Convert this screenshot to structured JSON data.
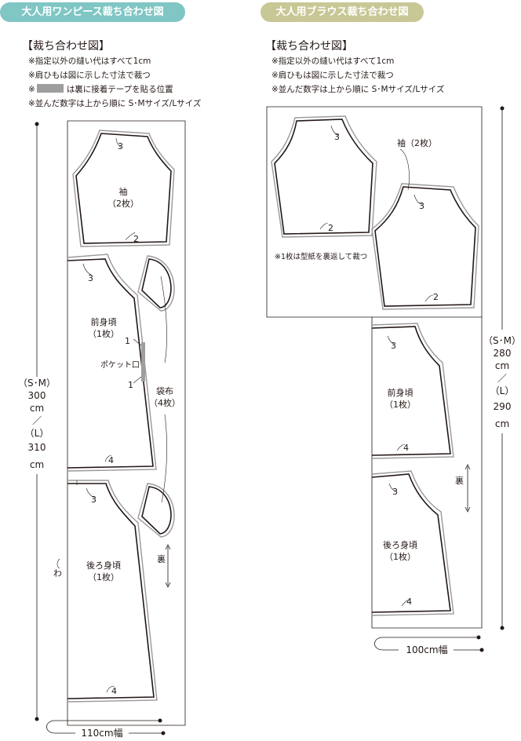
{
  "left_panel": {
    "tag": "大人用ワンピース裁ち合わせ図",
    "heading": "【裁ち合わせ図】",
    "notes": [
      "※指定以外の縫い代はすべて1cm",
      "※肩ひもは図に示した寸法で裁つ",
      "は裏に接着テープを貼る位置",
      "※並んだ数字は上から順に S･Mサイズ/Lサイズ"
    ],
    "note3_prefix": "※",
    "length": [
      "（S･M）",
      "300",
      "cm",
      "／",
      "（L）",
      "310",
      "cm"
    ],
    "width": "110cm幅",
    "sleeve": {
      "label": "袖",
      "count": "（2枚）",
      "n_top": "3",
      "n_bottom": "2"
    },
    "front": {
      "label": "前身頃",
      "count": "（1枚）",
      "n_top": "3",
      "n_bottom": "4",
      "pocket": "ポケット口",
      "p1": "1",
      "p2": "1"
    },
    "pocket_cloth": {
      "label": "袋布",
      "count": "（4枚）"
    },
    "back": {
      "label": "後ろ身頃",
      "count": "（1枚）",
      "n_top": "3",
      "n_bottom": "4"
    },
    "fold": "わ",
    "reverse": "裏"
  },
  "right_panel": {
    "tag": "大人用ブラウス裁ち合わせ図",
    "heading": "【裁ち合わせ図】",
    "notes": [
      "※指定以外の縫い代はすべて1cm",
      "※肩ひもは図に示した寸法で裁つ",
      "※並んだ数字は上から順に S･Mサイズ/Lサイズ"
    ],
    "length": [
      "（S･M）",
      "280",
      "cm",
      "／",
      "（L）",
      "290",
      "cm"
    ],
    "width": "100cm幅",
    "sleeve": {
      "label": "袖（2枚）",
      "n1_top": "3",
      "n1_bottom": "2",
      "n2_top": "3",
      "n2_bottom": "2",
      "reverse_note": "※1枚は型紙を裏返して裁つ"
    },
    "front": {
      "label": "前身頃",
      "count": "（1枚）",
      "n_top": "3",
      "n_bottom": "4"
    },
    "back": {
      "label": "後ろ身頃",
      "count": "（1枚）",
      "n_top": "3",
      "n_bottom": "4"
    },
    "reverse": "裏"
  }
}
